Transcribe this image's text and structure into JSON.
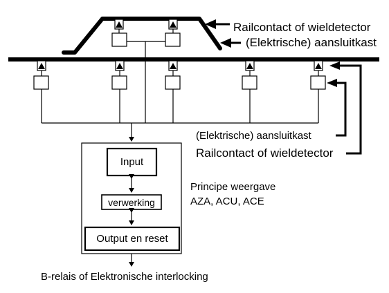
{
  "labels": {
    "railcontact_top": "Railcontact of wieldetector",
    "aansluitkast_top": "(Elektrische) aansluitkast",
    "aansluitkast_bottom": "(Elektrische) aansluitkast",
    "railcontact_bottom": "Railcontact of wieldetector",
    "principe_line1": "Principe weergave",
    "principe_line2": "AZA, ACU, ACE",
    "output_target": "B-relais of Elektronische interlocking"
  },
  "processing": {
    "input": "Input",
    "verwerking": "verwerking",
    "output": "Output en reset"
  },
  "colors": {
    "line": "#000000",
    "background": "#ffffff"
  }
}
